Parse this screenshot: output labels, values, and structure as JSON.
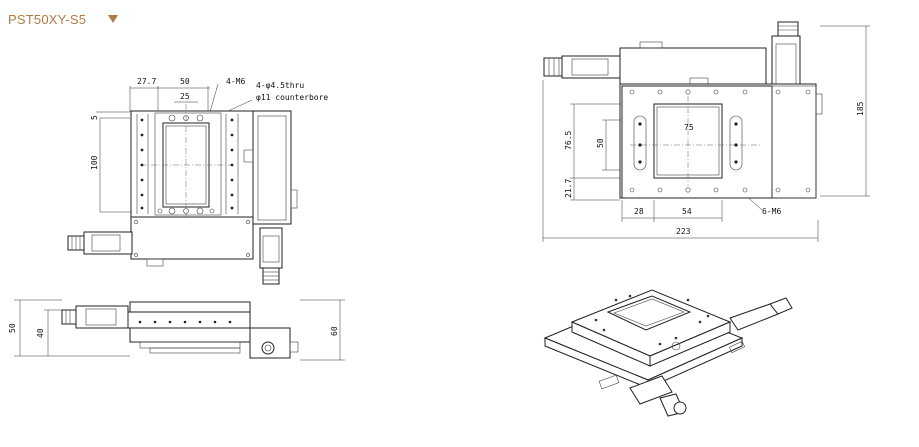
{
  "header": {
    "title": "PST50XY-S5",
    "toggle_icon": "triangle-down-icon",
    "accent_color": "#b07a45"
  },
  "top_view": {
    "dims": {
      "d_27_7": "27.7",
      "d_50": "50",
      "d_25": "25",
      "d_5": "5",
      "d_100": "100"
    },
    "callouts": {
      "m6_holes": "4-M6",
      "thru_holes": "4-φ4.5thru",
      "counterbore": "φ11 counterbore"
    }
  },
  "side_view": {
    "dims": {
      "d_50": "50",
      "d_40": "40",
      "d_60": "60"
    }
  },
  "right_view": {
    "dims": {
      "d_76_5": "76.5",
      "d_50": "50",
      "d_75": "75",
      "d_21_7": "21.7",
      "d_28": "28",
      "d_54": "54",
      "d_223": "223",
      "d_185": "185"
    },
    "callouts": {
      "m6_holes": "6-M6"
    }
  }
}
